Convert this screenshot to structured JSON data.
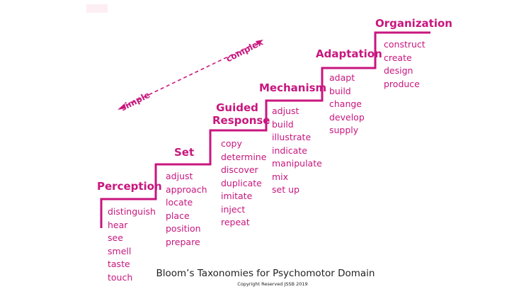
{
  "caption": {
    "title": "Bloom’s Taxonomies for Psychomotor Domain",
    "copyright": "Copyright Reserved JSSB 2019"
  },
  "arrow": {
    "start_label": "simple",
    "end_label": "complex"
  },
  "colors": {
    "accent": "#c8167e",
    "caption": "#222222"
  },
  "levels": [
    {
      "name": "Perception",
      "verbs": [
        "distinguish",
        "hear",
        "see",
        "smell",
        "taste",
        "touch"
      ]
    },
    {
      "name": "Set",
      "verbs": [
        "adjust",
        "approach",
        "locate",
        "place",
        "position",
        "prepare"
      ]
    },
    {
      "name": "Guided\nResponse",
      "verbs": [
        "copy",
        "determine",
        "discover",
        "duplicate",
        "imitate",
        "inject",
        "repeat"
      ]
    },
    {
      "name": "Mechanism",
      "verbs": [
        "adjust",
        "build",
        "illustrate",
        "indicate",
        "manipulate",
        "mix",
        "set up"
      ]
    },
    {
      "name": "Adaptation",
      "verbs": [
        "adapt",
        "build",
        "change",
        "develop",
        "supply"
      ]
    },
    {
      "name": "Organization",
      "verbs": [
        "construct",
        "create",
        "design",
        "produce"
      ]
    }
  ]
}
